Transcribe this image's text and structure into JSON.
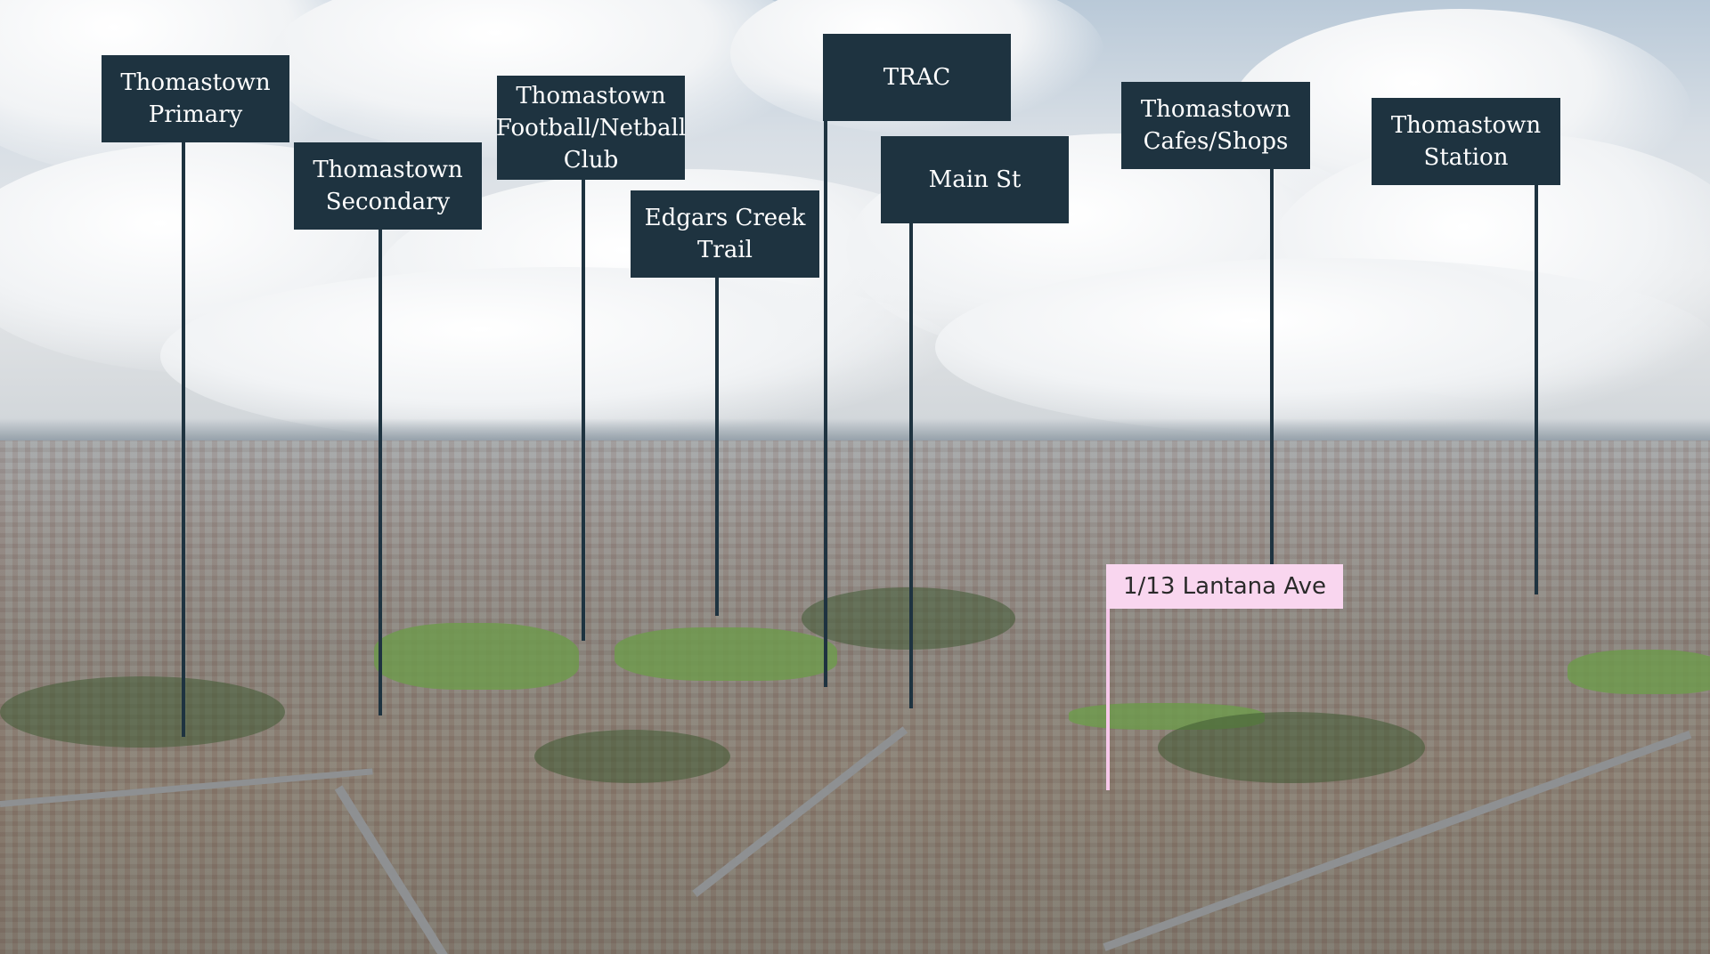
{
  "labels": {
    "primary": "Thomastown\nPrimary",
    "secondary": "Thomastown\nSecondary",
    "football": "Thomastown\nFootball/Netball\nClub",
    "edgars": "Edgars Creek\nTrail",
    "trac": "TRAC",
    "main_st": "Main St",
    "cafes": "Thomastown\nCafes/Shops",
    "station": "Thomastown\nStation",
    "property": "1/13 Lantana Ave"
  },
  "colors": {
    "label_bg": "#1e3340",
    "label_text": "#ffffff",
    "property_bg": "#f9d6ef",
    "property_pole": "#f7c8ea"
  }
}
